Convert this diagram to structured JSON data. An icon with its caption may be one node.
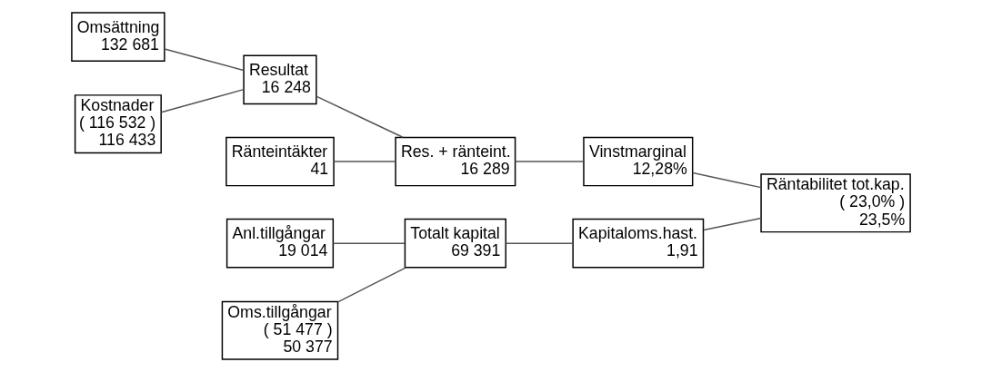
{
  "diagram": {
    "nodes": [
      {
        "text": [
          "Omsättning",
          "132 681"
        ]
      },
      {
        "text": [
          "Resultat",
          "16 248"
        ]
      },
      {
        "text": [
          "Kostnader",
          "( 116 532 )",
          "116 433"
        ]
      },
      {
        "text": [
          "Res. + ränteint.",
          "16 289"
        ]
      },
      {
        "text": [
          "Ränteintäkter",
          "41"
        ]
      },
      {
        "text": [
          "Vinstmarginal",
          "12,28%"
        ]
      },
      {
        "text": [
          "Räntabilitet tot.kap.",
          "( 23,0% )",
          "23,5%"
        ]
      },
      {
        "text": [
          "Anl.tillgångar",
          "19 014"
        ]
      },
      {
        "text": [
          "Kapitaloms.hast.",
          "1,91"
        ]
      },
      {
        "text": [
          "Totalt kapital",
          "69 391"
        ]
      },
      {
        "text": [
          "Oms.tillgångar",
          "( 51 477 )",
          "50 377"
        ]
      }
    ],
    "edges": [
      {
        "from": 0,
        "to": 1,
        "arrow": "none"
      },
      {
        "from": 2,
        "to": 1,
        "arrow": "none"
      },
      {
        "from": 1,
        "to": 3,
        "arrow": "none"
      },
      {
        "from": 4,
        "to": 3,
        "arrow": "none"
      },
      {
        "from": 3,
        "to": 5,
        "arrow": "none"
      },
      {
        "from": 7,
        "to": 9,
        "arrow": "none"
      },
      {
        "from": 10,
        "to": 9,
        "arrow": "none"
      },
      {
        "from": 9,
        "to": 8,
        "arrow": "none"
      },
      {
        "from": 5,
        "to": 6,
        "arrow": "none"
      },
      {
        "from": 8,
        "to": 6,
        "arrow": "none"
      }
    ]
  }
}
